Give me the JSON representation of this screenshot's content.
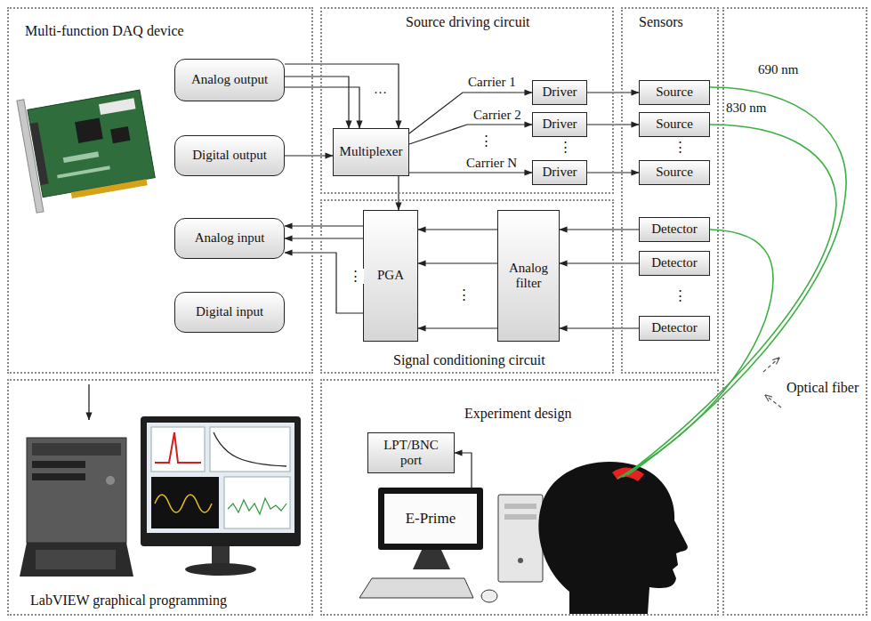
{
  "diagram": {
    "nodes": [
      {
        "text": [
          "Multi-function DAQ device"
        ]
      },
      {
        "text": [
          "Analog output"
        ],
        "in": 0
      },
      {
        "text": [
          "Digital output"
        ],
        "in": 0
      },
      {
        "text": [
          "Analog input"
        ],
        "in": 0
      },
      {
        "text": [
          "Digital input"
        ],
        "in": 0
      },
      {
        "text": [
          "Source driving circuit"
        ]
      },
      {
        "text": [
          "Multiplexer"
        ],
        "in": 5
      },
      {
        "text": [
          "Driver"
        ],
        "in": 5
      },
      {
        "text": [
          "Driver"
        ],
        "in": 5
      },
      {
        "text": [
          "Driver"
        ],
        "in": 5
      },
      {
        "text": [
          "Sensors"
        ]
      },
      {
        "text": [
          "Source"
        ],
        "in": 10
      },
      {
        "text": [
          "Source"
        ],
        "in": 10
      },
      {
        "text": [
          "Source"
        ],
        "in": 10
      },
      {
        "text": [
          "Detector"
        ],
        "in": 10
      },
      {
        "text": [
          "Detector"
        ],
        "in": 10
      },
      {
        "text": [
          "Detector"
        ],
        "in": 10
      },
      {
        "text": [
          "Signal conditioning circuit"
        ]
      },
      {
        "text": [
          "PGA"
        ],
        "in": 17
      },
      {
        "text": [
          "Analog filter"
        ],
        "in": 17
      },
      {
        "text": [
          "LabVIEW graphical programming"
        ]
      },
      {
        "text": [
          "Experiment design"
        ]
      },
      {
        "text": [
          "LPT/BNC port"
        ],
        "in": 21
      },
      {
        "text": [
          "E-Prime"
        ],
        "in": 21
      },
      {
        "text": [
          "Optical fiber"
        ]
      }
    ],
    "edges": [
      {
        "from": 1,
        "to": 6,
        "arrow": "to"
      },
      {
        "from": 1,
        "to": 6,
        "arrow": "to"
      },
      {
        "from": 1,
        "to": 6,
        "arrow": "to"
      },
      {
        "from": 2,
        "to": 6,
        "arrow": "to"
      },
      {
        "from": 6,
        "to": 7,
        "label": "Carrier 1",
        "arrow": "to"
      },
      {
        "from": 6,
        "to": 8,
        "label": "Carrier 2",
        "arrow": "to"
      },
      {
        "from": 6,
        "to": 9,
        "label": "Carrier N",
        "arrow": "to"
      },
      {
        "from": 7,
        "to": 11,
        "arrow": "to"
      },
      {
        "from": 8,
        "to": 12,
        "arrow": "to"
      },
      {
        "from": 9,
        "to": 13,
        "arrow": "to"
      },
      {
        "from": 6,
        "to": 18,
        "arrow": "to"
      },
      {
        "from": 18,
        "to": 3,
        "arrow": "to"
      },
      {
        "from": 18,
        "to": 3,
        "arrow": "to"
      },
      {
        "from": 18,
        "to": 3,
        "arrow": "to"
      },
      {
        "from": 19,
        "to": 18,
        "arrow": "to"
      },
      {
        "from": 19,
        "to": 18,
        "arrow": "to"
      },
      {
        "from": 19,
        "to": 18,
        "arrow": "to"
      },
      {
        "from": 14,
        "to": 19,
        "arrow": "to"
      },
      {
        "from": 15,
        "to": 19,
        "arrow": "to"
      },
      {
        "from": 16,
        "to": 19,
        "arrow": "to"
      },
      {
        "from": 23,
        "to": 22,
        "arrow": "to"
      }
    ],
    "labels": [
      "…",
      "⋮",
      "⋮",
      "⋮",
      "690 nm",
      "830 nm",
      "⋮",
      "⋮",
      "⋮"
    ]
  }
}
